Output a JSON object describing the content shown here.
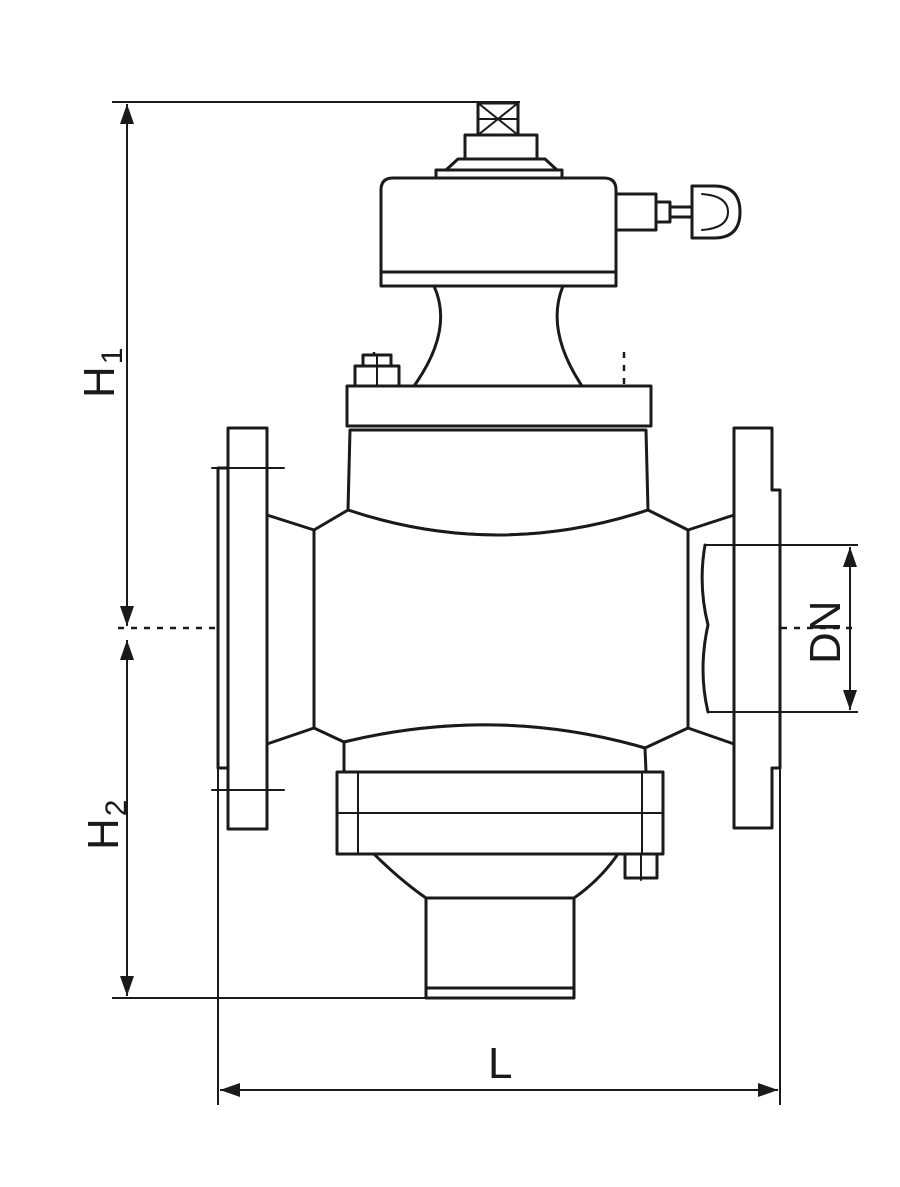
{
  "labels": {
    "h1_main": "H",
    "h1_sub": "1",
    "h2_main": "H",
    "h2_sub": "2",
    "dn": "DN",
    "l": "L"
  },
  "colors": {
    "line": "#1a1a1a",
    "background": "#ffffff"
  }
}
